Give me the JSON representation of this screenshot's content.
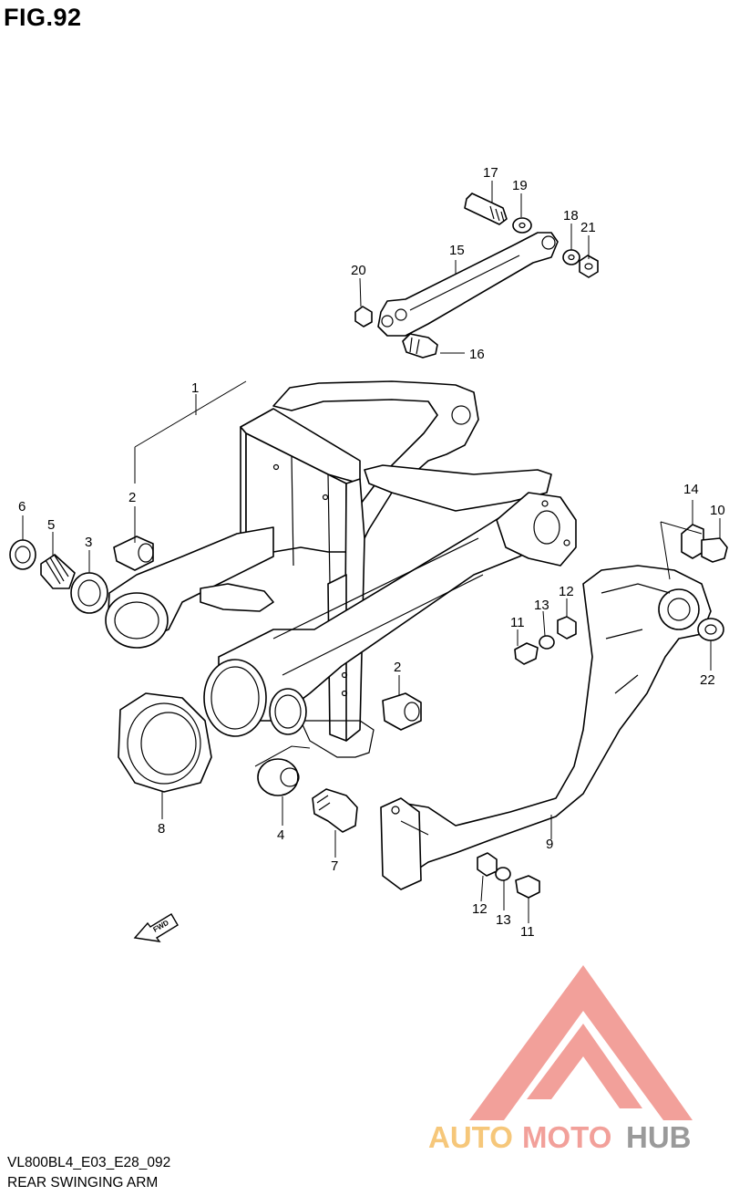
{
  "figure": {
    "title": "FIG.92"
  },
  "footer": {
    "code": "VL800BL4_E03_E28_092",
    "name": "REAR SWINGING ARM"
  },
  "fwd_marker": {
    "label": "FWD"
  },
  "callouts": {
    "c1": "1",
    "c2a": "2",
    "c2b": "2",
    "c3": "3",
    "c4": "4",
    "c5": "5",
    "c6": "6",
    "c7": "7",
    "c8": "8",
    "c9": "9",
    "c10": "10",
    "c11a": "11",
    "c11b": "11",
    "c12a": "12",
    "c12b": "12",
    "c13a": "13",
    "c13b": "13",
    "c14": "14",
    "c15": "15",
    "c16": "16",
    "c17": "17",
    "c18": "18",
    "c19": "19",
    "c20": "20",
    "c21": "21",
    "c22": "22"
  },
  "watermark": {
    "word_auto": "AUTO",
    "word_moto": "MOTO",
    "word_hub": "HUB",
    "colors": {
      "triangle": "#f2a09a",
      "auto": "#f6c77a",
      "moto": "#f2a09a",
      "hub": "#9a9a9a"
    }
  }
}
